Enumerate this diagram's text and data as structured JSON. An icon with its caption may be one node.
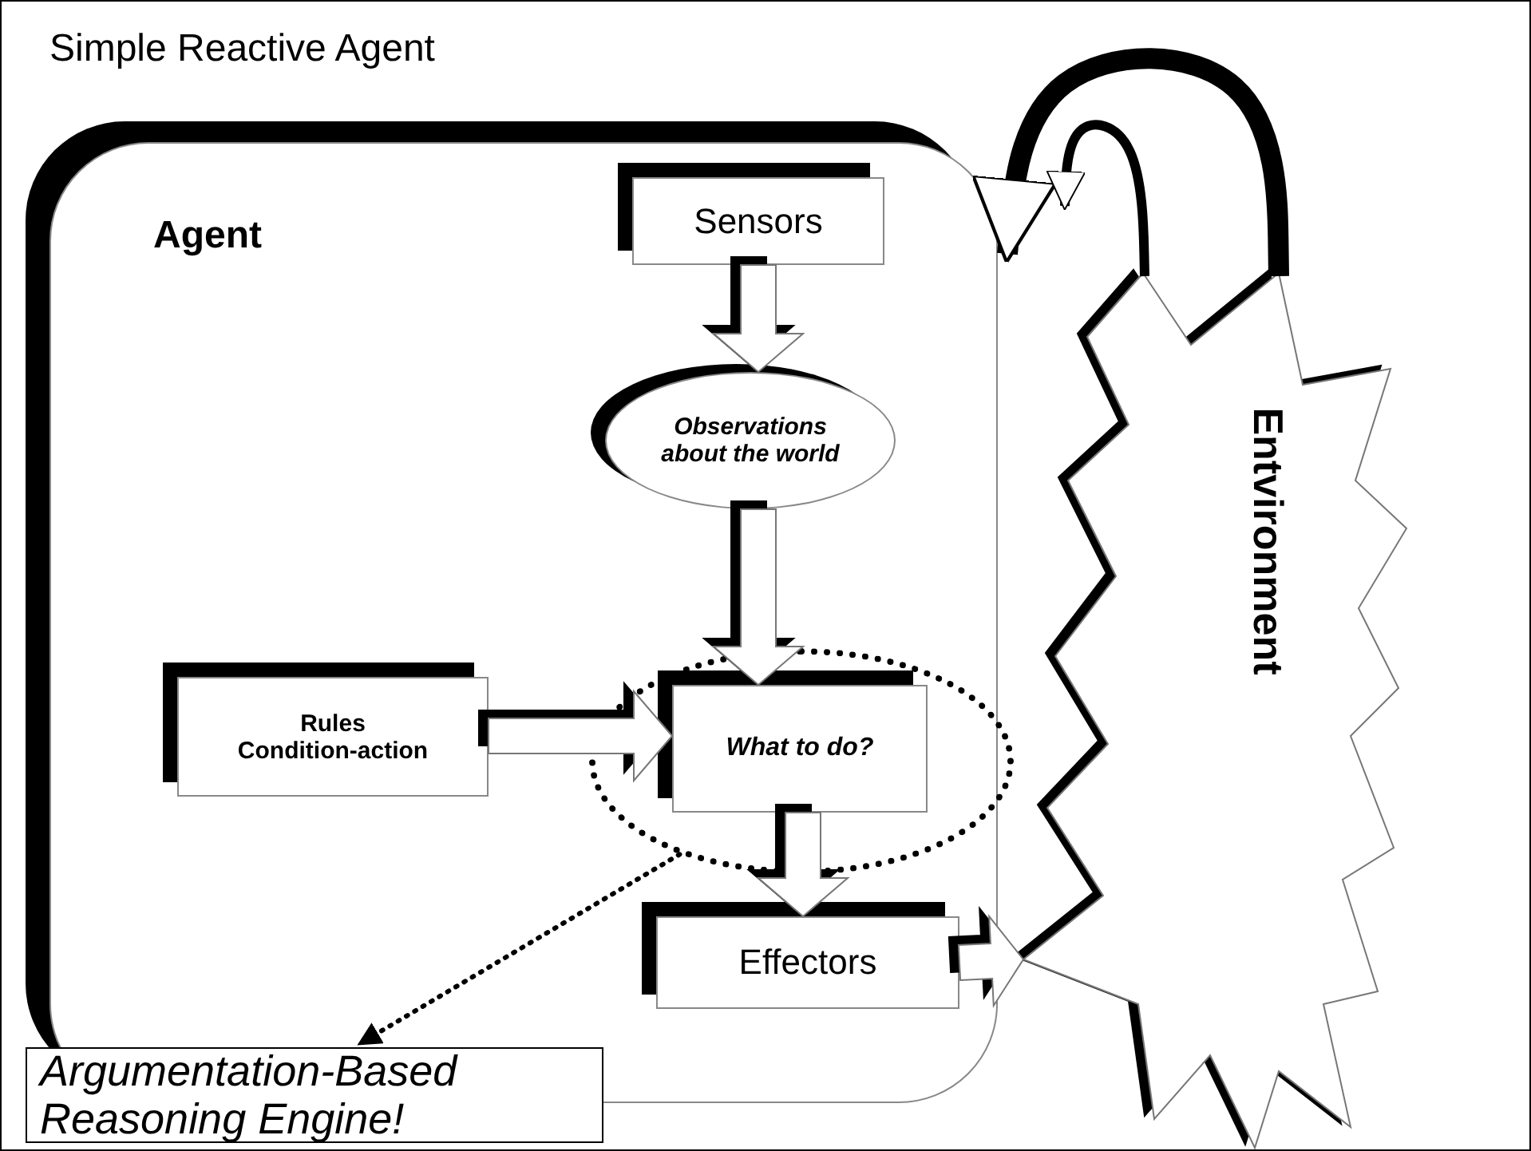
{
  "diagram": {
    "title": "Simple Reactive Agent",
    "nodes": [
      {
        "text": [
          "Agent"
        ]
      },
      {
        "text": [
          "Sensors"
        ],
        "in": 0
      },
      {
        "text": [
          "Observations about the world"
        ],
        "in": 0
      },
      {
        "text": [
          "What to do?"
        ],
        "in": 6
      },
      {
        "text": [
          "Rules Condition-action"
        ],
        "in": 0
      },
      {
        "text": [
          "Effectors"
        ],
        "in": 0
      },
      {
        "text": [],
        "shape": "ellipse",
        "in": 0
      },
      {
        "text": [
          "Argumentation-Based Reasoning Engine!"
        ]
      },
      {
        "text": [
          "Entvironment"
        ]
      }
    ],
    "edges": [
      {
        "from": 1,
        "to": 2,
        "arrow": "to"
      },
      {
        "from": 2,
        "to": 3,
        "arrow": "to"
      },
      {
        "from": 4,
        "to": 3,
        "arrow": "to"
      },
      {
        "from": 3,
        "to": 5,
        "arrow": "to"
      },
      {
        "from": 5,
        "to": 8,
        "arrow": "to"
      },
      {
        "from": 8,
        "to": 0,
        "arrow": "to",
        "style": "thick"
      },
      {
        "from": 8,
        "to": 0,
        "arrow": "to"
      },
      {
        "from": 6,
        "to": 7,
        "arrow": "to",
        "style": "dashed"
      }
    ]
  }
}
